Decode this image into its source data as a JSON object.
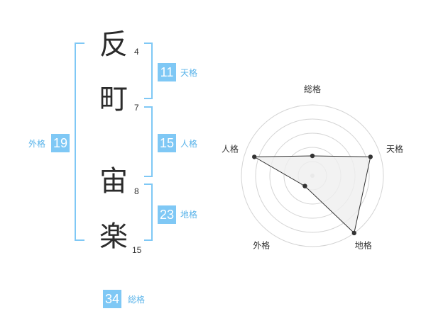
{
  "colors": {
    "accent": "#7fc8f5",
    "label_text": "#5bb4ea",
    "char_text": "#2b2b2b",
    "ring": "#d4d4d4",
    "fill": "#efefef"
  },
  "name": {
    "chars": [
      {
        "char": "反",
        "strokes": "4"
      },
      {
        "char": "町",
        "strokes": "7"
      },
      {
        "char": "宙",
        "strokes": "8"
      },
      {
        "char": "楽",
        "strokes": "15"
      }
    ]
  },
  "kaku": {
    "tenkaku": {
      "value": "11",
      "label": "天格"
    },
    "jinkaku": {
      "value": "15",
      "label": "人格"
    },
    "chikaku": {
      "value": "23",
      "label": "地格"
    },
    "gaikaku": {
      "value": "19",
      "label": "外格"
    },
    "soukaku": {
      "value": "34",
      "label": "総格"
    }
  },
  "radar": {
    "max": 5,
    "axes": [
      {
        "label": "総格",
        "value": 1.4
      },
      {
        "label": "天格",
        "value": 4.3
      },
      {
        "label": "地格",
        "value": 5.0
      },
      {
        "label": "外格",
        "value": 0.9
      },
      {
        "label": "人格",
        "value": 4.3
      }
    ]
  }
}
